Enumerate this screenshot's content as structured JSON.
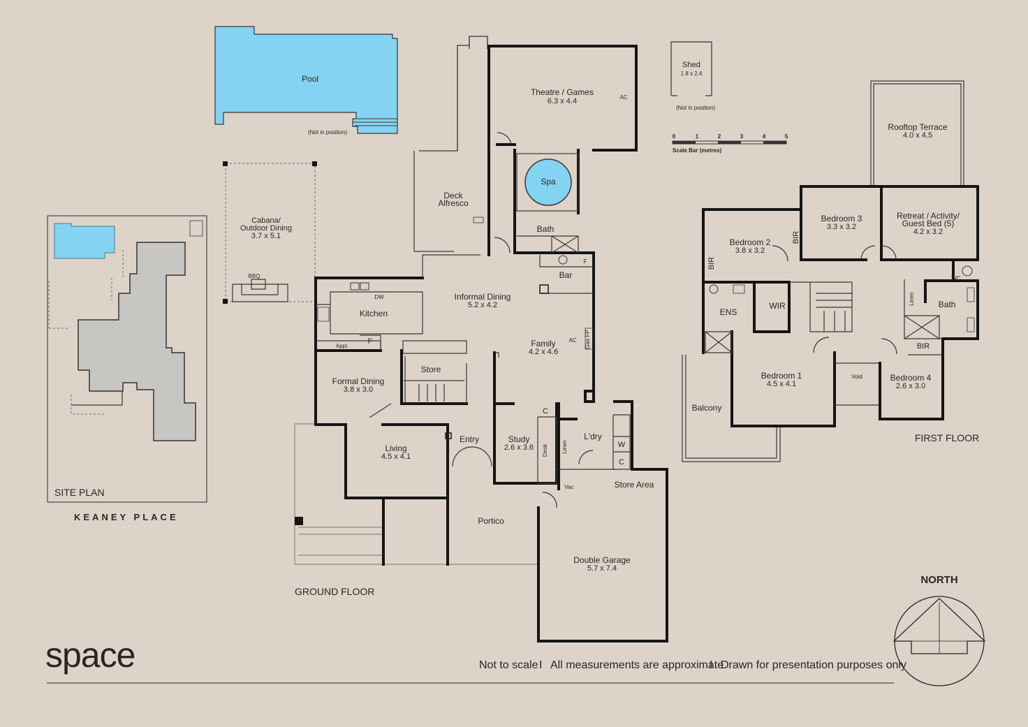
{
  "site_plan": {
    "title": "SITE PLAN",
    "street": "KEANEY PLACE"
  },
  "outdoor": {
    "pool": {
      "label": "Pool",
      "note": "(Not in position)"
    },
    "cabana": {
      "label_line1": "Cabana/",
      "label_line2": "Outdoor Dining",
      "dims": "3.7 x 5.1"
    },
    "bbq": "BBQ",
    "shed": {
      "label": "Shed",
      "dims": "1.8 x 2.4",
      "note": "(Not in position)"
    }
  },
  "scale_bar": {
    "ticks": [
      "0",
      "1",
      "2",
      "3",
      "4",
      "5"
    ],
    "label": "Scale Bar (metres)"
  },
  "ground_floor": {
    "title": "GROUND FLOOR",
    "theatre": {
      "label": "Theatre / Games",
      "dims": "6.3 x 4.4"
    },
    "spa": "Spa",
    "deck": {
      "line1": "Deck",
      "line2": "Alfresco"
    },
    "bath": "Bath",
    "bar": "Bar",
    "informal_dining": {
      "label": "Informal Dining",
      "dims": "5.2 x 4.2"
    },
    "kitchen": "Kitchen",
    "dw": "DW",
    "appl": "Appl.",
    "family": {
      "label": "Family",
      "dims": "4.2 x 4.6"
    },
    "gas_fp": "Gas FP",
    "store": "Store",
    "formal_dining": {
      "label": "Formal Dining",
      "dims": "3.8 x 3.0"
    },
    "living": {
      "label": "Living",
      "dims": "4.5 x 4.1"
    },
    "entry": "Entry",
    "study": {
      "label": "Study",
      "dims": "2.6 x 3.6"
    },
    "desk": "Desk",
    "linen": "Linen",
    "laundry": "L'dry",
    "vac": "Vac",
    "store_area": "Store Area",
    "portico": "Portico",
    "garage": {
      "label": "Double Garage",
      "dims": "5.7 x 7.4"
    },
    "ac": "AC",
    "f": "F",
    "c": "C",
    "w": "W"
  },
  "first_floor": {
    "title": "FIRST FLOOR",
    "rooftop": {
      "label": "Rooftop Terrace",
      "dims": "4.0 x 4.5"
    },
    "bed2": {
      "label": "Bedroom 2",
      "dims": "3.8 x 3.2"
    },
    "bed3": {
      "label": "Bedroom 3",
      "dims": "3.3 x 3.2"
    },
    "retreat": {
      "line1": "Retreat / Activity/",
      "line2": "Guest Bed (5)",
      "dims": "4.2 x 3.2"
    },
    "bir": "BIR",
    "ens": "ENS",
    "wir": "WIR",
    "wc": "WC",
    "linen": "Linen",
    "bath": "Bath",
    "bed1": {
      "label": "Bedroom 1",
      "dims": "4.5 x 4.1"
    },
    "void": "Void",
    "bed4": {
      "label": "Bedroom 4",
      "dims": "2.6 x 3.0"
    },
    "balcony": "Balcony"
  },
  "north": "NORTH",
  "footer": {
    "brand": "space",
    "notes": [
      "Not to scale",
      "All measurements are approximate",
      "Drawn for presentation purposes only"
    ],
    "separator": "I"
  },
  "colors": {
    "background": "#ddd3c9",
    "pool": "#85d3f2",
    "site_house": "#c8c6c3",
    "walls": "#151515"
  }
}
